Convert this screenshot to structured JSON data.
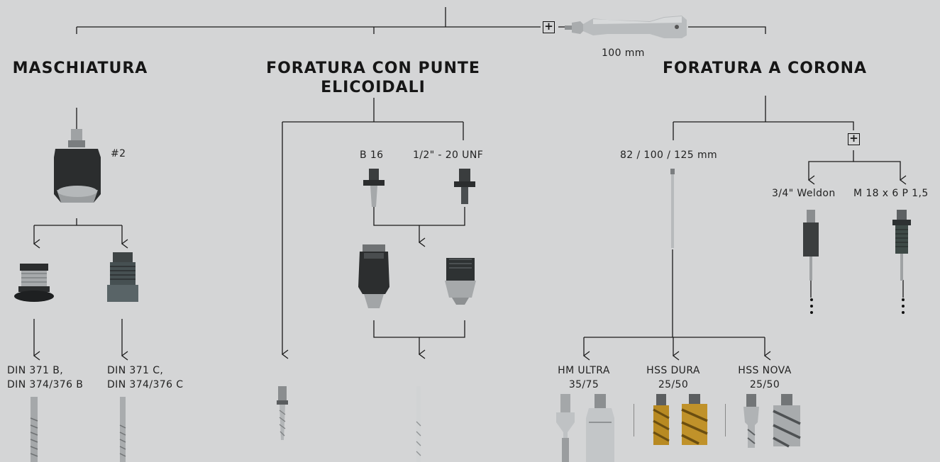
{
  "top": {
    "length_label": "100 mm"
  },
  "headings": {
    "tapping": "MASCHIATURA",
    "twist_drilling": "FORATURA CON PUNTE ELICOIDALI",
    "core_drilling": "FORATURA A CORONA"
  },
  "tapping": {
    "chuck_label": "#2",
    "standards": [
      {
        "line1": "DIN 371 B,",
        "line2": "DIN 374/376 B"
      },
      {
        "line1": "DIN 371 C,",
        "line2": "DIN 374/376 C"
      }
    ]
  },
  "twist_drilling": {
    "adapters": [
      "B 16",
      "1/2\" - 20 UNF"
    ]
  },
  "core_drilling": {
    "arbor_label": "82 / 100 / 125 mm",
    "shanks": [
      "3/4\" Weldon",
      "M 18 x 6 P 1,5"
    ],
    "cutters": [
      {
        "name": "HM ULTRA",
        "sizes": "35/75"
      },
      {
        "name": "HSS DURA",
        "sizes": "25/50"
      },
      {
        "name": "HSS NOVA",
        "sizes": "25/50"
      }
    ]
  },
  "plus_symbol": "+",
  "colors": {
    "background": "#d4d5d6",
    "lines": "#1a1a1a",
    "steel": "#b9bcbe",
    "black_part": "#2b2d2e",
    "gold": "#b88a22"
  }
}
